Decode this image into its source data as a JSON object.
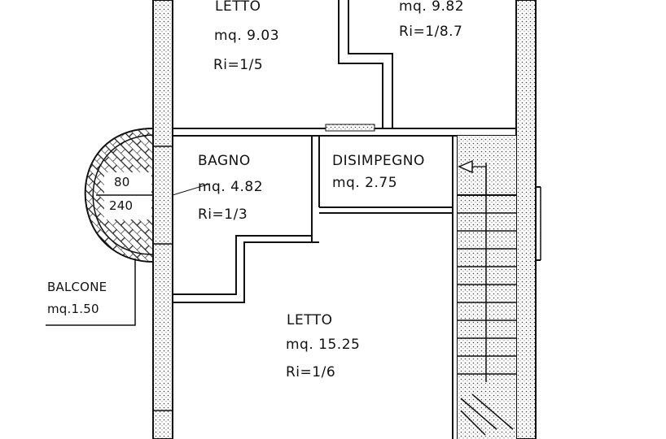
{
  "rooms": {
    "letto_top": {
      "name": "LETTO",
      "area": "mq.  9.03",
      "ratio": "Ri=1/5"
    },
    "top_right": {
      "area": "mq.  9.82",
      "ratio": "Ri=1/8.7"
    },
    "bagno": {
      "name": "BAGNO",
      "area": "mq.  4.82",
      "ratio": "Ri=1/3"
    },
    "disimpegno": {
      "name": "DISIMPEGNO",
      "area": "mq.  2.75"
    },
    "letto_main": {
      "name": "LETTO",
      "area": "mq.  15.25",
      "ratio": "Ri=1/6"
    }
  },
  "balcone": {
    "name": "BALCONE",
    "area": "mq.1.50",
    "dim_top": "80",
    "dim_bottom": "240"
  }
}
